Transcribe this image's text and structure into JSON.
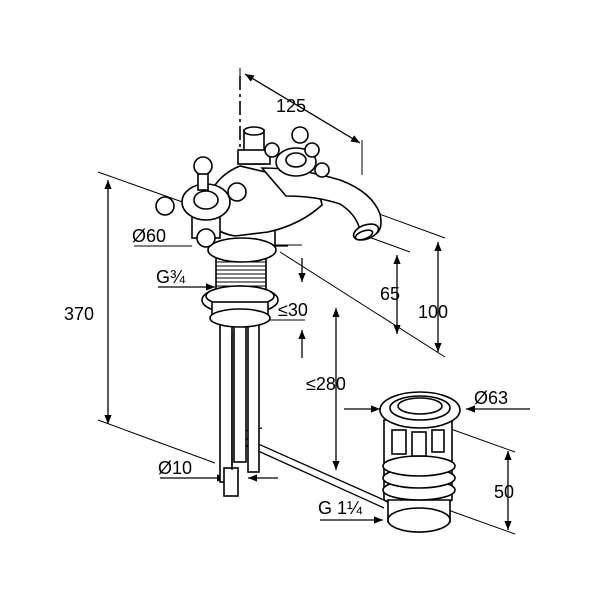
{
  "drawing": {
    "line_color": "#000000",
    "background": "#ffffff",
    "dimensions": {
      "width_spout": "125",
      "height_total": "370",
      "body_diameter": "Ø60",
      "thread_inlet": "G¾",
      "spout_height": "65",
      "spout_top_height": "100",
      "counter_thickness": "≤30",
      "hose_length": "≤280",
      "pipe_diameter": "Ø10",
      "waste_diameter": "Ø63",
      "waste_height": "50",
      "waste_thread": "G 1¼"
    }
  }
}
